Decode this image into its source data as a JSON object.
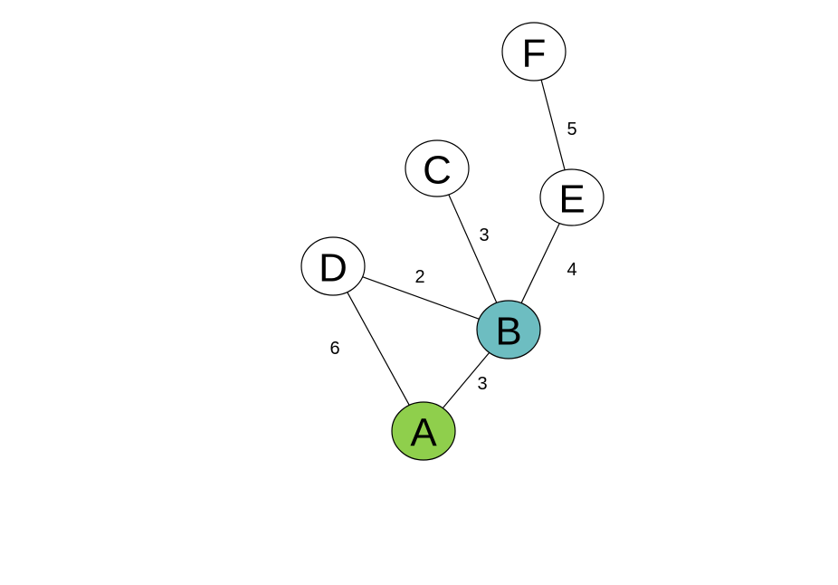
{
  "nodes": [
    {
      "id": "A",
      "label": "A",
      "fill": "#8fcf4c"
    },
    {
      "id": "B",
      "label": "B",
      "fill": "#6dbdc1"
    },
    {
      "id": "C",
      "label": "C",
      "fill": "#ffffff"
    },
    {
      "id": "D",
      "label": "D",
      "fill": "#ffffff"
    },
    {
      "id": "E",
      "label": "E",
      "fill": "#ffffff"
    },
    {
      "id": "F",
      "label": "F",
      "fill": "#ffffff"
    }
  ],
  "edges": [
    {
      "from": "D",
      "to": "A",
      "weight": "6"
    },
    {
      "from": "D",
      "to": "B",
      "weight": "2"
    },
    {
      "from": "A",
      "to": "B",
      "weight": "3"
    },
    {
      "from": "C",
      "to": "B",
      "weight": "3"
    },
    {
      "from": "E",
      "to": "B",
      "weight": "4"
    },
    {
      "from": "F",
      "to": "E",
      "weight": "5"
    }
  ]
}
